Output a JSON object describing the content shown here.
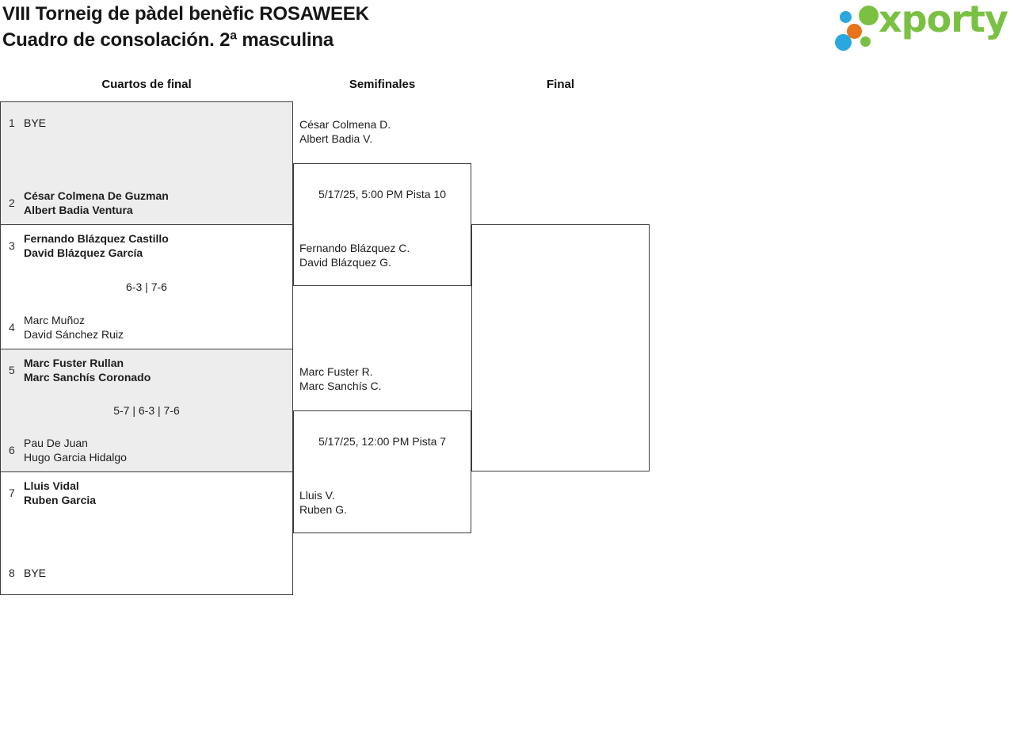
{
  "header": {
    "title_line1": "VIII Torneig de pàdel benèfic ROSAWEEK",
    "title_line2": "Cuadro de consolación. 2ª masculina"
  },
  "logo": {
    "text": "xporty"
  },
  "round_headers": {
    "quarterfinals": "Cuartos de final",
    "semifinals": "Semifinales",
    "final": "Final"
  },
  "quarterfinals": [
    {
      "team1": {
        "seed": "1",
        "line1": "BYE",
        "line2": ""
      },
      "score": "",
      "team2": {
        "seed": "2",
        "line1": "César Colmena De Guzman",
        "line2": "Albert Badia Ventura"
      }
    },
    {
      "team1": {
        "seed": "3",
        "line1": "Fernando Blázquez Castillo",
        "line2": "David Blázquez García"
      },
      "score": "6-3 | 7-6",
      "team2": {
        "seed": "4",
        "line1": "Marc Muñoz",
        "line2": "David Sánchez Ruiz"
      }
    },
    {
      "team1": {
        "seed": "5",
        "line1": "Marc Fuster Rullan",
        "line2": "Marc Sanchís Coronado"
      },
      "score": "5-7 | 6-3 | 7-6",
      "team2": {
        "seed": "6",
        "line1": "Pau De Juan",
        "line2": "Hugo Garcia Hidalgo"
      }
    },
    {
      "team1": {
        "seed": "7",
        "line1": "Lluis Vidal",
        "line2": "Ruben Garcia"
      },
      "score": "",
      "team2": {
        "seed": "8",
        "line1": "BYE",
        "line2": ""
      }
    }
  ],
  "semifinals": [
    {
      "team1": {
        "line1": "César Colmena D.",
        "line2": "Albert Badia V."
      },
      "schedule": "5/17/25, 5:00 PM Pista 10",
      "team2": {
        "line1": "Fernando Blázquez C.",
        "line2": "David Blázquez G."
      }
    },
    {
      "team1": {
        "line1": "Marc Fuster R.",
        "line2": "Marc Sanchís C."
      },
      "schedule": "5/17/25, 12:00 PM Pista 7",
      "team2": {
        "line1": "Lluis V.",
        "line2": "Ruben G."
      }
    }
  ],
  "colors": {
    "logo_green": "#7ac143",
    "logo_blue": "#29a8df",
    "logo_orange": "#e8731a",
    "box_gray": "#ededed",
    "border": "#3c3c3c"
  }
}
